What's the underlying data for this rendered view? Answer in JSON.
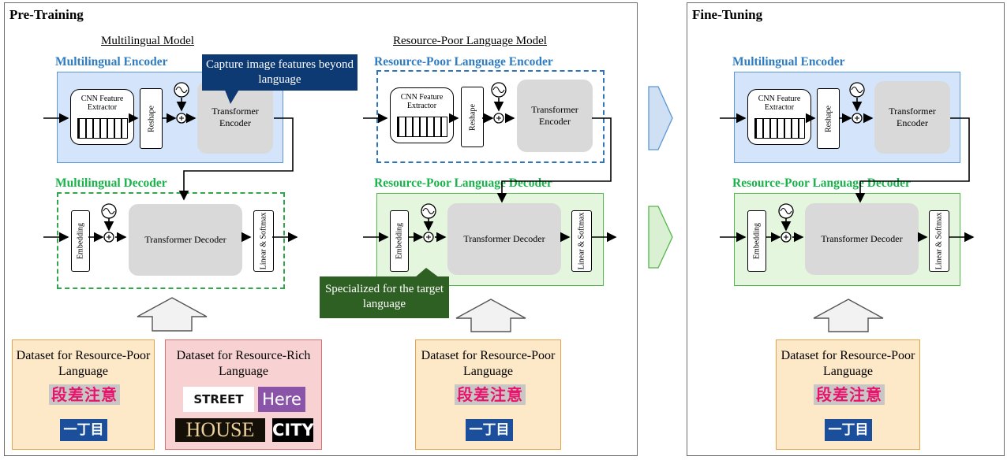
{
  "pretraining": {
    "title": "Pre-Training",
    "multilingual_model_label": "Multilingual Model",
    "rpl_model_label": "Resource-Poor Language Model"
  },
  "finetuning": {
    "title": "Fine-Tuning"
  },
  "encoder": {
    "multilingual_title": "Multilingual Encoder",
    "rpl_title": "Resource-Poor Language Encoder",
    "cnn_label": "CNN Feature Extractor",
    "reshape_label": "Reshape",
    "transformer_label": "Transformer Encoder"
  },
  "decoder": {
    "multilingual_title": "Multilingual Decoder",
    "rpl_title": "Resource-Poor Language Decoder",
    "embedding_label": "Embedding",
    "transformer_label": "Transformer Decoder",
    "linear_label": "Linear & Softmax"
  },
  "callouts": {
    "capture": "Capture image features beyond language",
    "specialized": "Specialized for the target language"
  },
  "datasets": {
    "poor": "Dataset for Resource-Poor Language",
    "rich": "Dataset for Resource-Rich Language"
  },
  "samples": {
    "jp_caution": "段差注意",
    "jp_block": "一丁目",
    "street": "STREET",
    "here": "Here",
    "house": "HOUSE",
    "city": "CITY"
  },
  "colors": {
    "encoder_blue": "#2e7cc2",
    "decoder_green": "#19b34a",
    "callout_blue": "#0e3a73",
    "callout_green": "#2f6023",
    "dataset_orange": "#fde8c8",
    "dataset_pink": "#f8d2d2"
  }
}
